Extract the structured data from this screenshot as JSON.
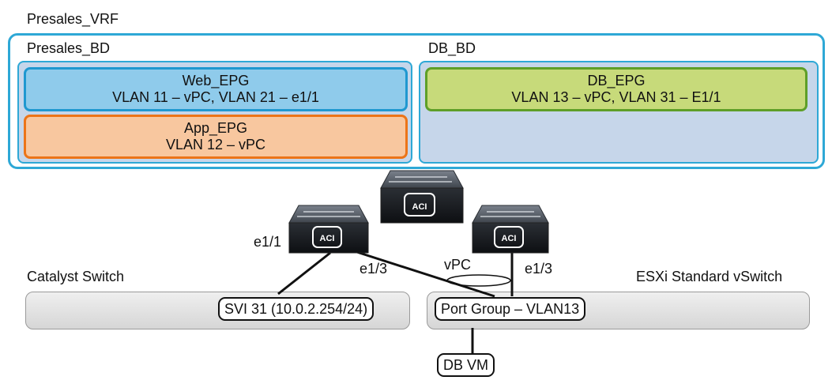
{
  "vrf": {
    "label": "Presales_VRF"
  },
  "bridge_domains": [
    {
      "label": "Presales_BD"
    },
    {
      "label": "DB_BD"
    }
  ],
  "epgs": {
    "web": {
      "name": "Web_EPG",
      "vlans": "VLAN 11 – vPC, VLAN 21 – e1/1",
      "color": "#8fcbeb"
    },
    "app": {
      "name": "App_EPG",
      "vlans": "VLAN 12 – vPC",
      "color": "#f8c79f"
    },
    "db": {
      "name": "DB_EPG",
      "vlans": "VLAN 13 – vPC, VLAN 31 – E1/1",
      "color": "#c7da7a"
    }
  },
  "switches": {
    "icon_text": "ACI",
    "icon": "aci-switch-icon"
  },
  "ports": {
    "left_e11": "e1/1",
    "left_e13": "e1/3",
    "right_e13": "e1/3",
    "vpc": "vPC"
  },
  "catalyst": {
    "label": "Catalyst Switch",
    "svi": "SVI 31 (10.0.2.254/24)"
  },
  "esxi": {
    "label": "ESXi Standard vSwitch",
    "port_group": "Port Group – VLAN13"
  },
  "vm": {
    "label": "DB VM"
  }
}
